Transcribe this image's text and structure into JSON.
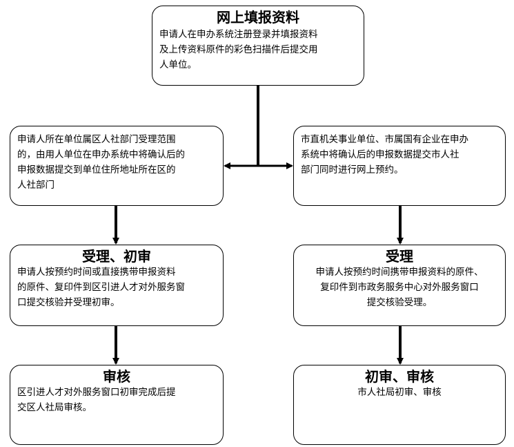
{
  "top": {
    "title": "网上填报资料",
    "text": "申请人在申办系统注册登录并填报资料\n及上传资料原件的彩色扫描件后提交用\n人单位。"
  },
  "left_branch": {
    "route": "申请人所在单位属区人社部门受理范围\n的，由用人单位在申办系统中将确认后的\n申报数据提交到单位住所地址所在区的\n人社部门",
    "step1_title": "受理、初审",
    "step1_text": "申请人按预约时间或直接携带申报资料\n的原件、复印件到区引进人才对外服务窗\n口提交核验并受理初审。",
    "step2_title": "审核",
    "step2_text": "区引进人才对外服务窗口初审完成后提\n交区人社局审核。"
  },
  "right_branch": {
    "route": "市直机关事业单位、市属国有企业在申办\n系统中将确认后的申报数据提交市人社\n部门同时进行网上预约。",
    "step1_title": "受理",
    "step1_text": "申请人按预约时间携带申报资料的原件、\n复印件到市政务服务中心对外服务窗口\n提交核验受理。",
    "step2_title": "初审、审核",
    "step2_text": "市人社局初审、审核"
  }
}
